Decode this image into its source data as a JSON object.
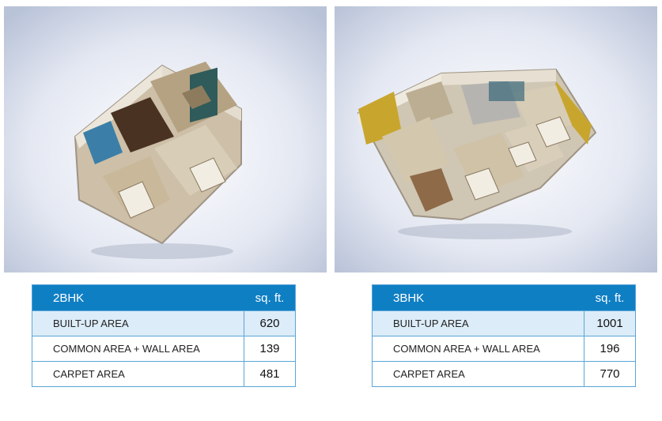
{
  "plans": [
    {
      "name": "2BHK",
      "unit": "sq. ft.",
      "rows": [
        {
          "label": "BUILT-UP AREA",
          "value": "620"
        },
        {
          "label": "COMMON AREA + WALL AREA",
          "value": "139"
        },
        {
          "label": "CARPET AREA",
          "value": "481"
        }
      ]
    },
    {
      "name": "3BHK",
      "unit": "sq. ft.",
      "rows": [
        {
          "label": "BUILT-UP AREA",
          "value": "1001"
        },
        {
          "label": "COMMON AREA + WALL AREA",
          "value": "196"
        },
        {
          "label": "CARPET AREA",
          "value": "770"
        }
      ]
    }
  ],
  "colors": {
    "header_bg": "#0f7fc4",
    "highlight_row": "#dcecf8",
    "border": "#5aa6d8"
  }
}
